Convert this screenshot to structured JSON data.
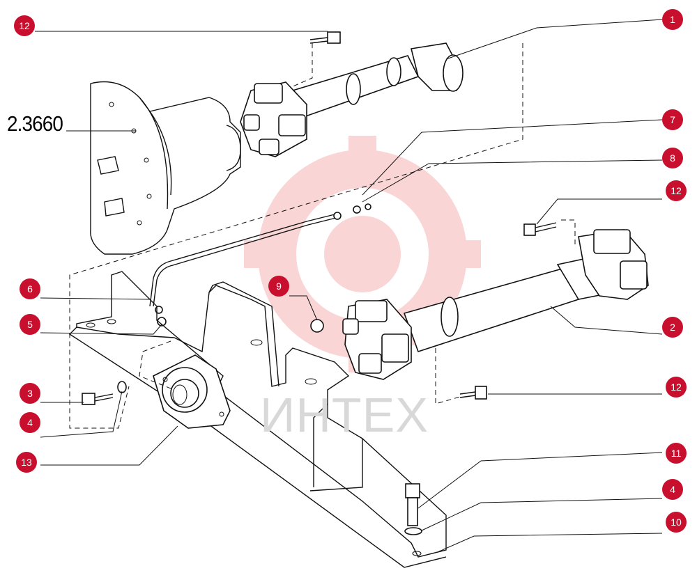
{
  "drawing": {
    "reference_label": "2.3660",
    "watermark": "ИНТЕХ",
    "callouts": [
      {
        "id": "c1",
        "label": "1"
      },
      {
        "id": "c2",
        "label": "2"
      },
      {
        "id": "c3",
        "label": "3"
      },
      {
        "id": "c4a",
        "label": "4"
      },
      {
        "id": "c4b",
        "label": "4"
      },
      {
        "id": "c5",
        "label": "5"
      },
      {
        "id": "c6",
        "label": "6"
      },
      {
        "id": "c7",
        "label": "7"
      },
      {
        "id": "c8",
        "label": "8"
      },
      {
        "id": "c9",
        "label": "9"
      },
      {
        "id": "c10",
        "label": "10"
      },
      {
        "id": "c11",
        "label": "11"
      },
      {
        "id": "c12a",
        "label": "12"
      },
      {
        "id": "c12b",
        "label": "12"
      },
      {
        "id": "c12c",
        "label": "12"
      },
      {
        "id": "c13",
        "label": "13"
      }
    ],
    "colors": {
      "callout_fill": "#c8102e",
      "callout_text": "#ffffff",
      "line": "#111111",
      "watermark": "#f3a5a5"
    }
  }
}
